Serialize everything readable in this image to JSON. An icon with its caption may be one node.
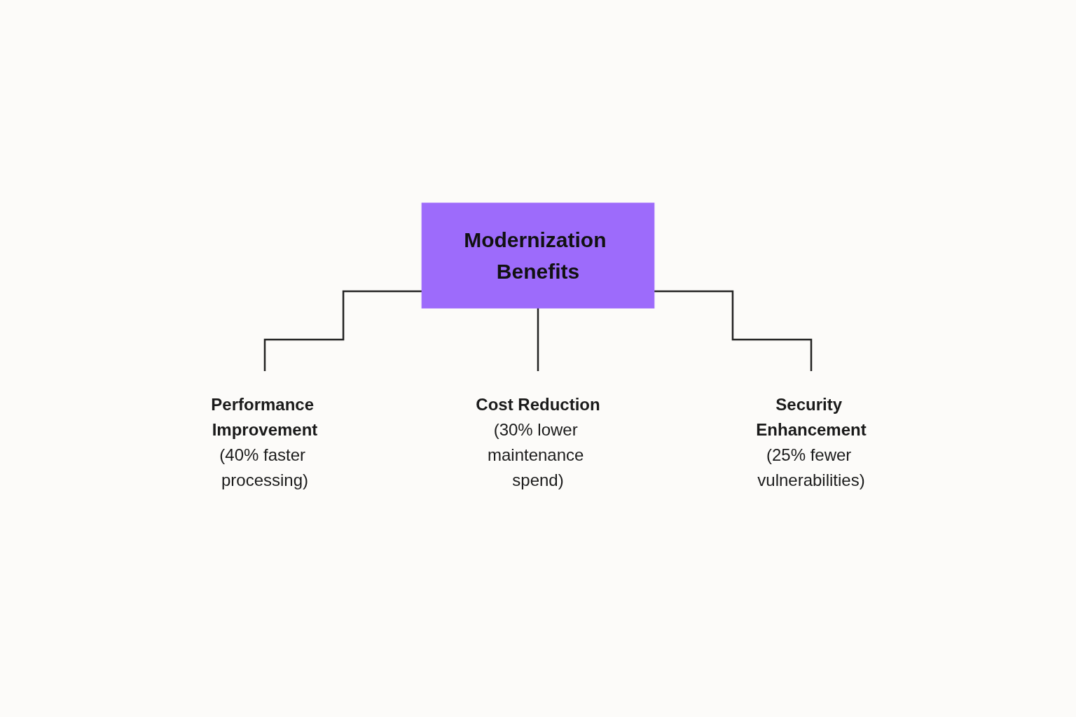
{
  "diagram": {
    "nodes": [
      {
        "text": [
          "Modernization Benefits"
        ]
      },
      {
        "text": [
          "Performance Improvement",
          "(40% faster processing)"
        ]
      },
      {
        "text": [
          "Cost Reduction",
          "(30% lower maintenance spend)"
        ]
      },
      {
        "text": [
          "Security Enhancement",
          "(25% fewer vulnerabilities)"
        ]
      }
    ],
    "edges": [
      {
        "from": 0,
        "to": 1,
        "arrow": "none"
      },
      {
        "from": 0,
        "to": 2,
        "arrow": "none"
      },
      {
        "from": 0,
        "to": 3,
        "arrow": "none"
      }
    ]
  }
}
